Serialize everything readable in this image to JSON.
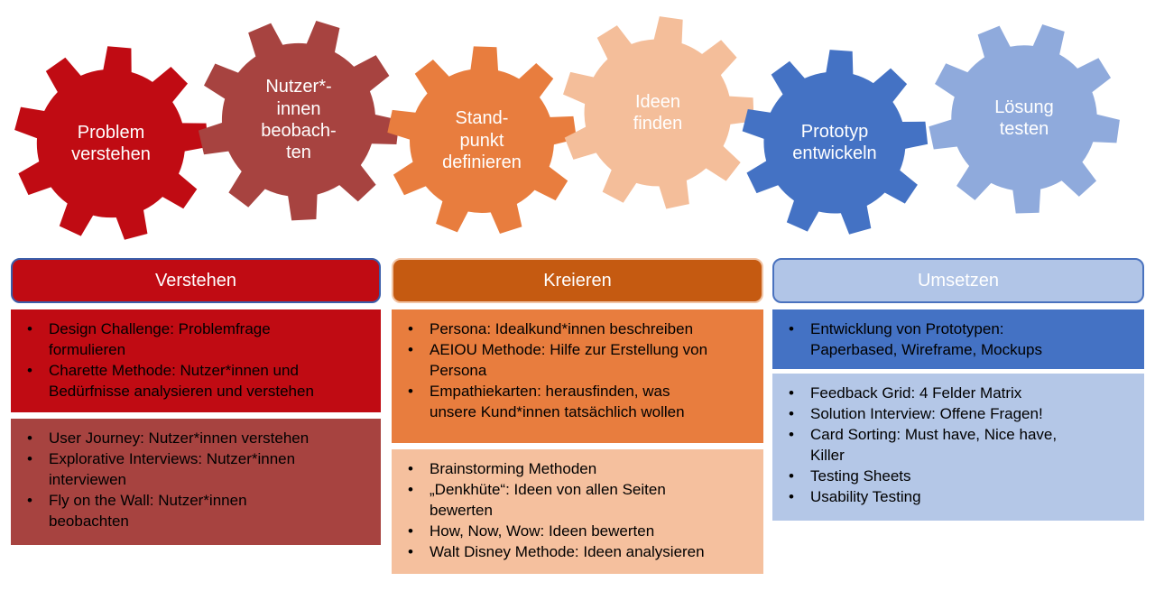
{
  "gears": [
    {
      "label": "Problem\nverstehen",
      "color": "#C00B13"
    },
    {
      "label": "Nutzer*-\ninnen\nbeobach-\nten",
      "color": "#A74340"
    },
    {
      "label": "Stand-\npunkt\ndefinieren",
      "color": "#E87D3E"
    },
    {
      "label": "Ideen\nfinden",
      "color": "#F4BE9A"
    },
    {
      "label": "Prototyp\nentwickeln",
      "color": "#4472C4"
    },
    {
      "label": "Lösung\ntesten",
      "color": "#8FAADC"
    }
  ],
  "columns": [
    {
      "header": {
        "label": "Verstehen",
        "fill": "#C00B13",
        "border": "#3A5DA9"
      },
      "boxes": [
        {
          "fill": "#C00B13",
          "items": [
            "Design Challenge: Problemfrage\nformulieren",
            "Charette Methode: Nutzer*innen und\nBedürfnisse analysieren und verstehen"
          ]
        },
        {
          "fill": "#A74340",
          "items": [
            "User Journey: Nutzer*innen verstehen",
            "Explorative Interviews: Nutzer*innen\ninterviewen",
            "Fly on the Wall: Nutzer*innen\nbeobachten"
          ]
        }
      ]
    },
    {
      "header": {
        "label": "Kreieren",
        "fill": "#C55A11",
        "border": "#F1C3A3"
      },
      "boxes": [
        {
          "fill": "#E87D3E",
          "items": [
            "Persona: Idealkund*innen beschreiben",
            "AEIOU Methode: Hilfe zur Erstellung von\nPersona",
            "Empathiekarten: herausfinden, was\nunsere Kund*innen tatsächlich wollen"
          ]
        },
        {
          "fill": "#F5C09E",
          "items": [
            "Brainstorming Methoden",
            "„Denkhüte“: Ideen von allen Seiten\nbewerten",
            "How, Now, Wow: Ideen bewerten",
            "Walt Disney Methode: Ideen analysieren"
          ]
        }
      ]
    },
    {
      "header": {
        "label": "Umsetzen",
        "fill": "#B1C5E7",
        "border": "#4A72BE"
      },
      "boxes": [
        {
          "fill": "#4472C4",
          "items": [
            "Entwicklung von Prototypen:\nPaperbased, Wireframe, Mockups"
          ]
        },
        {
          "fill": "#B4C7E7",
          "items": [
            "Feedback Grid: 4 Felder Matrix",
            "Solution Interview: Offene Fragen!",
            "Card Sorting: Must have, Nice have,\nKiller",
            "Testing Sheets",
            "Usability Testing"
          ]
        }
      ]
    }
  ]
}
